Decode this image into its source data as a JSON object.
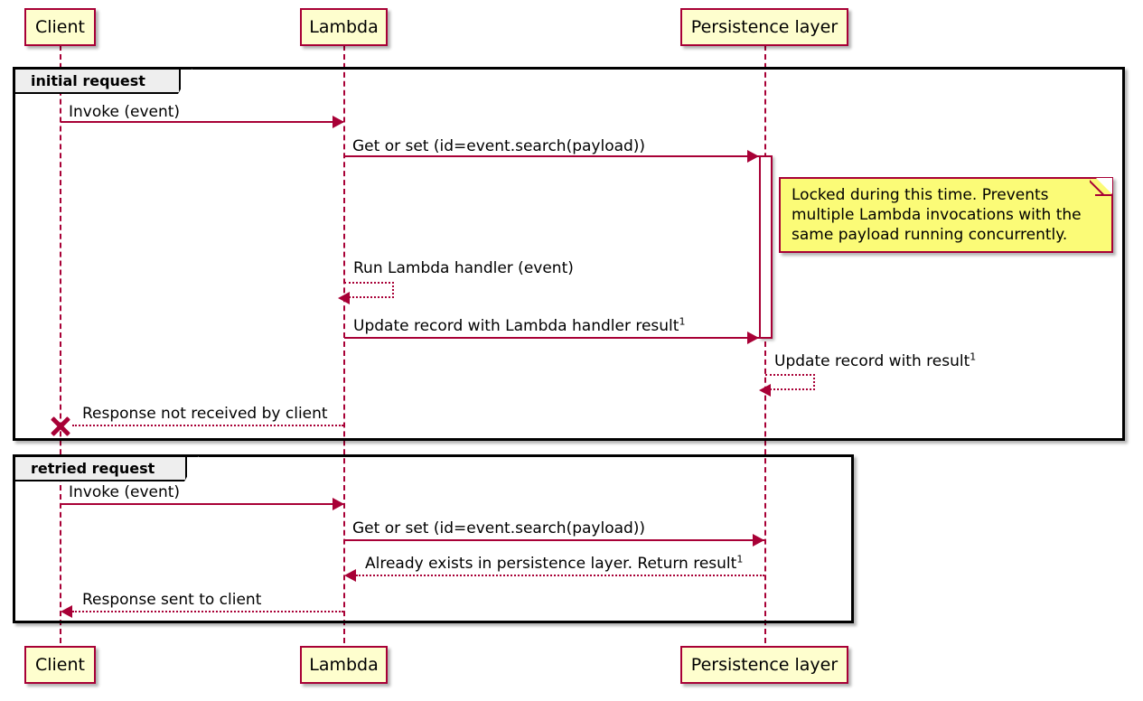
{
  "diagram": {
    "type": "sequence-diagram",
    "colors": {
      "participant_fill": "#FEFECE",
      "participant_border": "#A80036",
      "line": "#A80036",
      "note_fill": "#FBFB77",
      "frame_border": "#000000",
      "frame_tab_fill": "#EEEEEE",
      "text": "#000000"
    },
    "participants": [
      {
        "id": "client",
        "label": "Client"
      },
      {
        "id": "lambda",
        "label": "Lambda"
      },
      {
        "id": "persistence",
        "label": "Persistence layer"
      }
    ],
    "participants_footer": [
      {
        "id": "client",
        "label": "Client"
      },
      {
        "id": "lambda",
        "label": "Lambda"
      },
      {
        "id": "persistence",
        "label": "Persistence layer"
      }
    ],
    "frames": [
      {
        "id": "initial",
        "label": "initial request"
      },
      {
        "id": "retried",
        "label": "retried request"
      }
    ],
    "messages": [
      {
        "id": "m1",
        "from": "client",
        "to": "lambda",
        "style": "solid",
        "label": "Invoke (event)"
      },
      {
        "id": "m2",
        "from": "lambda",
        "to": "persistence",
        "style": "solid",
        "label": "Get or set (id=event.search(payload))"
      },
      {
        "id": "m3",
        "from": "lambda",
        "to": "lambda",
        "style": "dotted",
        "label": "Run Lambda handler (event)"
      },
      {
        "id": "m4",
        "from": "lambda",
        "to": "persistence",
        "style": "solid",
        "label": "Update record with Lambda handler result",
        "superscript": "1"
      },
      {
        "id": "m5",
        "from": "persistence",
        "to": "persistence",
        "style": "dotted",
        "label": "Update record with result",
        "superscript": "1"
      },
      {
        "id": "m6",
        "from": "lambda",
        "to": "client",
        "style": "dotted",
        "label": "Response not received by client",
        "destroy": true
      },
      {
        "id": "m7",
        "from": "client",
        "to": "lambda",
        "style": "solid",
        "label": "Invoke (event)"
      },
      {
        "id": "m8",
        "from": "lambda",
        "to": "persistence",
        "style": "solid",
        "label": "Get or set (id=event.search(payload))"
      },
      {
        "id": "m9",
        "from": "persistence",
        "to": "lambda",
        "style": "dotted",
        "label": "Already exists in persistence layer. Return result",
        "superscript": "1"
      },
      {
        "id": "m10",
        "from": "lambda",
        "to": "client",
        "style": "dotted",
        "label": "Response sent to client"
      }
    ],
    "notes": [
      {
        "id": "lock-note",
        "attached_to": "persistence",
        "lines": [
          "Locked during this time. Prevents",
          "multiple Lambda invocations with the",
          "same payload running concurrently."
        ]
      }
    ]
  }
}
